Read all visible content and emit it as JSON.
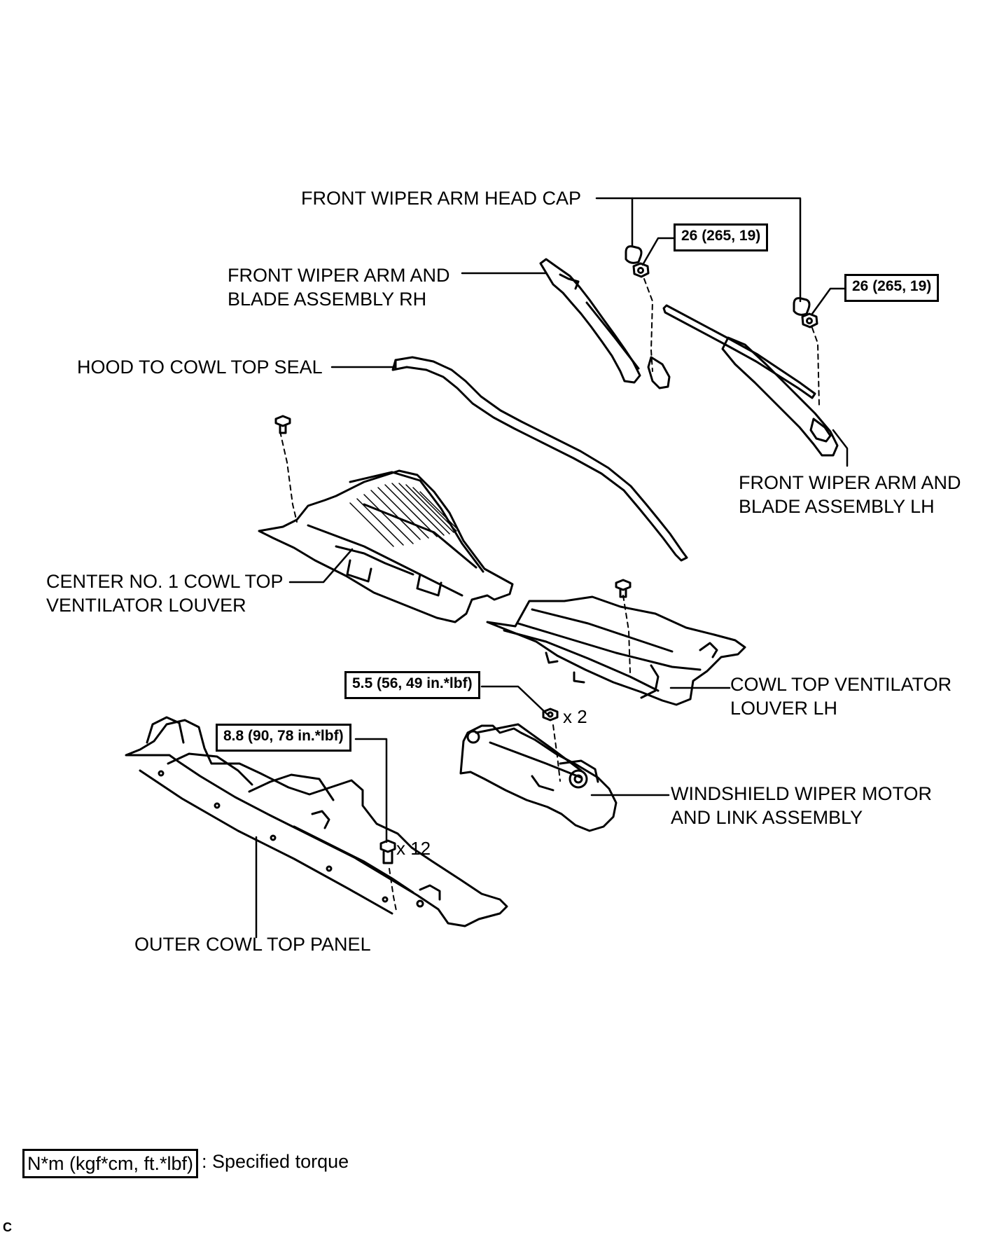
{
  "labels": {
    "head_cap": "FRONT WIPER ARM HEAD CAP",
    "arm_rh_1": "FRONT WIPER ARM AND",
    "arm_rh_2": "BLADE ASSEMBLY RH",
    "hood_seal": "HOOD TO COWL TOP SEAL",
    "arm_lh_1": "FRONT WIPER ARM AND",
    "arm_lh_2": "BLADE ASSEMBLY LH",
    "center_louver_1": "CENTER NO. 1 COWL TOP",
    "center_louver_2": "VENTILATOR LOUVER",
    "louver_lh_1": "COWL TOP VENTILATOR",
    "louver_lh_2": "LOUVER LH",
    "wiper_motor_1": "WINDSHIELD WIPER MOTOR",
    "wiper_motor_2": "AND LINK ASSEMBLY",
    "outer_panel": "OUTER COWL TOP PANEL"
  },
  "torques": {
    "arm_rh_nut": "26 (265, 19)",
    "arm_lh_nut": "26 (265, 19)",
    "motor_bolt": "5.5 (56, 49 in.*lbf)",
    "panel_bolt": "8.8 (90, 78 in.*lbf)"
  },
  "quantities": {
    "motor_bolt": "x 2",
    "panel_bolt": "x 12"
  },
  "legend": {
    "box": "N*m (kgf*cm, ft.*lbf)",
    "text": ": Specified torque"
  },
  "corner_mark": "C"
}
